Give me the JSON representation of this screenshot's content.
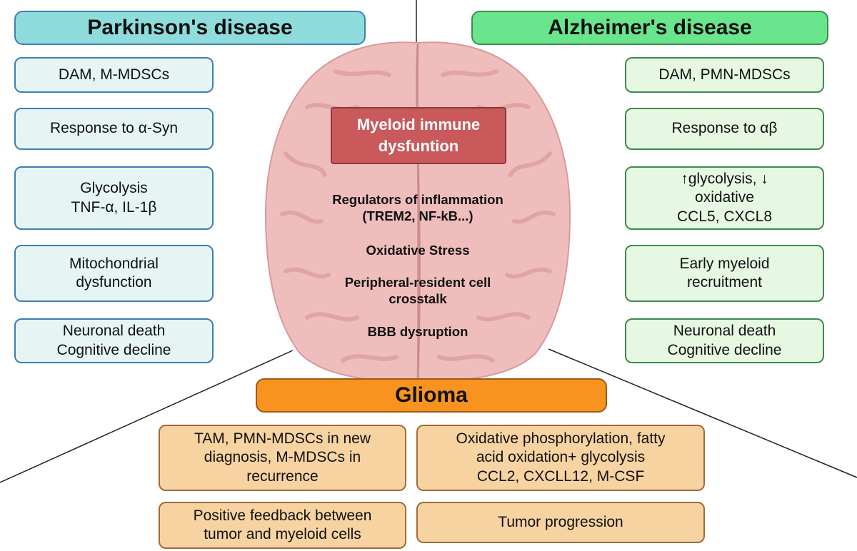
{
  "colors": {
    "parkinson_title": "#8fdcdc",
    "parkinson_item": "#e6f4f4",
    "alzheimer_title": "#69e58d",
    "alzheimer_item": "#e6f8e2",
    "glioma_title": "#f7931e",
    "glioma_item": "#f7d3a2",
    "center_title": "#c9595b",
    "brain": "#f0bdbd"
  },
  "icons": {
    "center": "brain-illustration"
  },
  "parkinson": {
    "title": "Parkinson's disease",
    "items": [
      "DAM, M-MDSCs",
      "Response to α-Syn",
      "Glycolysis\nTNF-α, IL-1β",
      "Mitochondrial\ndysfunction",
      "Neuronal death\nCognitive decline"
    ]
  },
  "alzheimer": {
    "title": "Alzheimer's disease",
    "items": [
      "DAM, PMN-MDSCs",
      "Response to αβ",
      "↑glycolysis, ↓\noxidative\nCCL5, CXCL8",
      "Early myeloid\nrecruitment",
      "Neuronal death\nCognitive decline"
    ]
  },
  "center": {
    "title": "Myeloid immune\ndysfuntion",
    "points": [
      "Regulators of inflammation\n(TREM2, NF-kB...)",
      "Oxidative Stress",
      "Peripheral-resident cell\ncrosstalk",
      "BBB dysruption"
    ]
  },
  "glioma": {
    "title": "Glioma",
    "items": [
      "TAM, PMN-MDSCs in new\ndiagnosis, M-MDSCs in\nrecurrence",
      "Oxidative phosphorylation, fatty\nacid oxidation+ glycolysis\nCCL2, CXCLL12, M-CSF",
      "Positive feedback between\ntumor and myeloid cells",
      "Tumor progression"
    ]
  }
}
